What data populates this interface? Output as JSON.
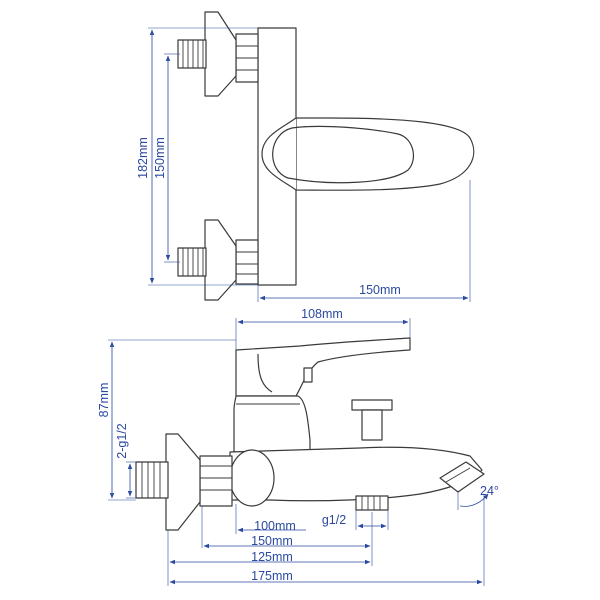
{
  "top_view": {
    "dim_182": "182mm",
    "dim_150_vertical": "150mm",
    "dim_150_horizontal": "150mm"
  },
  "side_view": {
    "dim_108": "108mm",
    "dim_87": "87mm",
    "thread_inlet": "2-g1/2",
    "thread_outlet": "g1/2",
    "angle": "24°",
    "dim_100": "100mm",
    "dim_150": "150mm",
    "dim_125": "125mm",
    "dim_175": "175mm"
  },
  "colors": {
    "outline": "#3a3a3a",
    "dimension": "#2b4aa0"
  }
}
